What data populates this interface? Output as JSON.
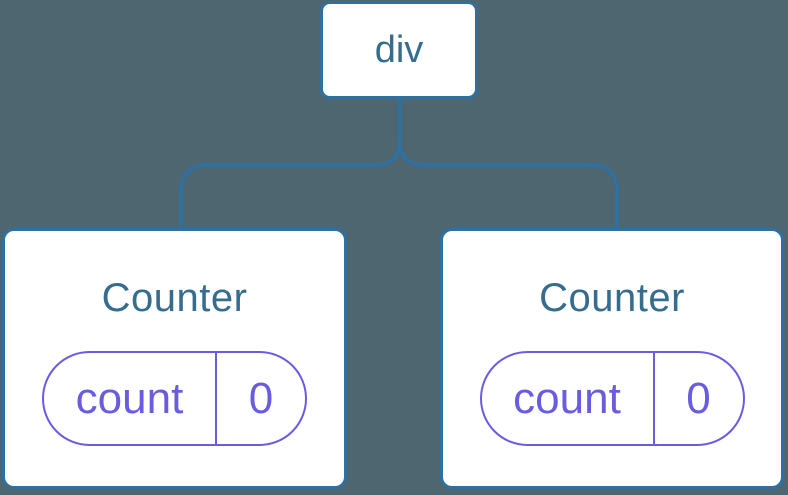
{
  "diagram_title": "component-tree-diagram",
  "colors": {
    "background": "#4D6670",
    "connector": "#2E70A2",
    "node_background": "#FFFFFF",
    "node_border": "#2E70A2",
    "node_text": "#346D8D",
    "state_accent": "#6A5CE0"
  },
  "tree": {
    "root": {
      "label": "div"
    },
    "children": [
      {
        "title": "Counter",
        "state": {
          "key": "count",
          "value": "0"
        }
      },
      {
        "title": "Counter",
        "state": {
          "key": "count",
          "value": "0"
        }
      }
    ]
  }
}
